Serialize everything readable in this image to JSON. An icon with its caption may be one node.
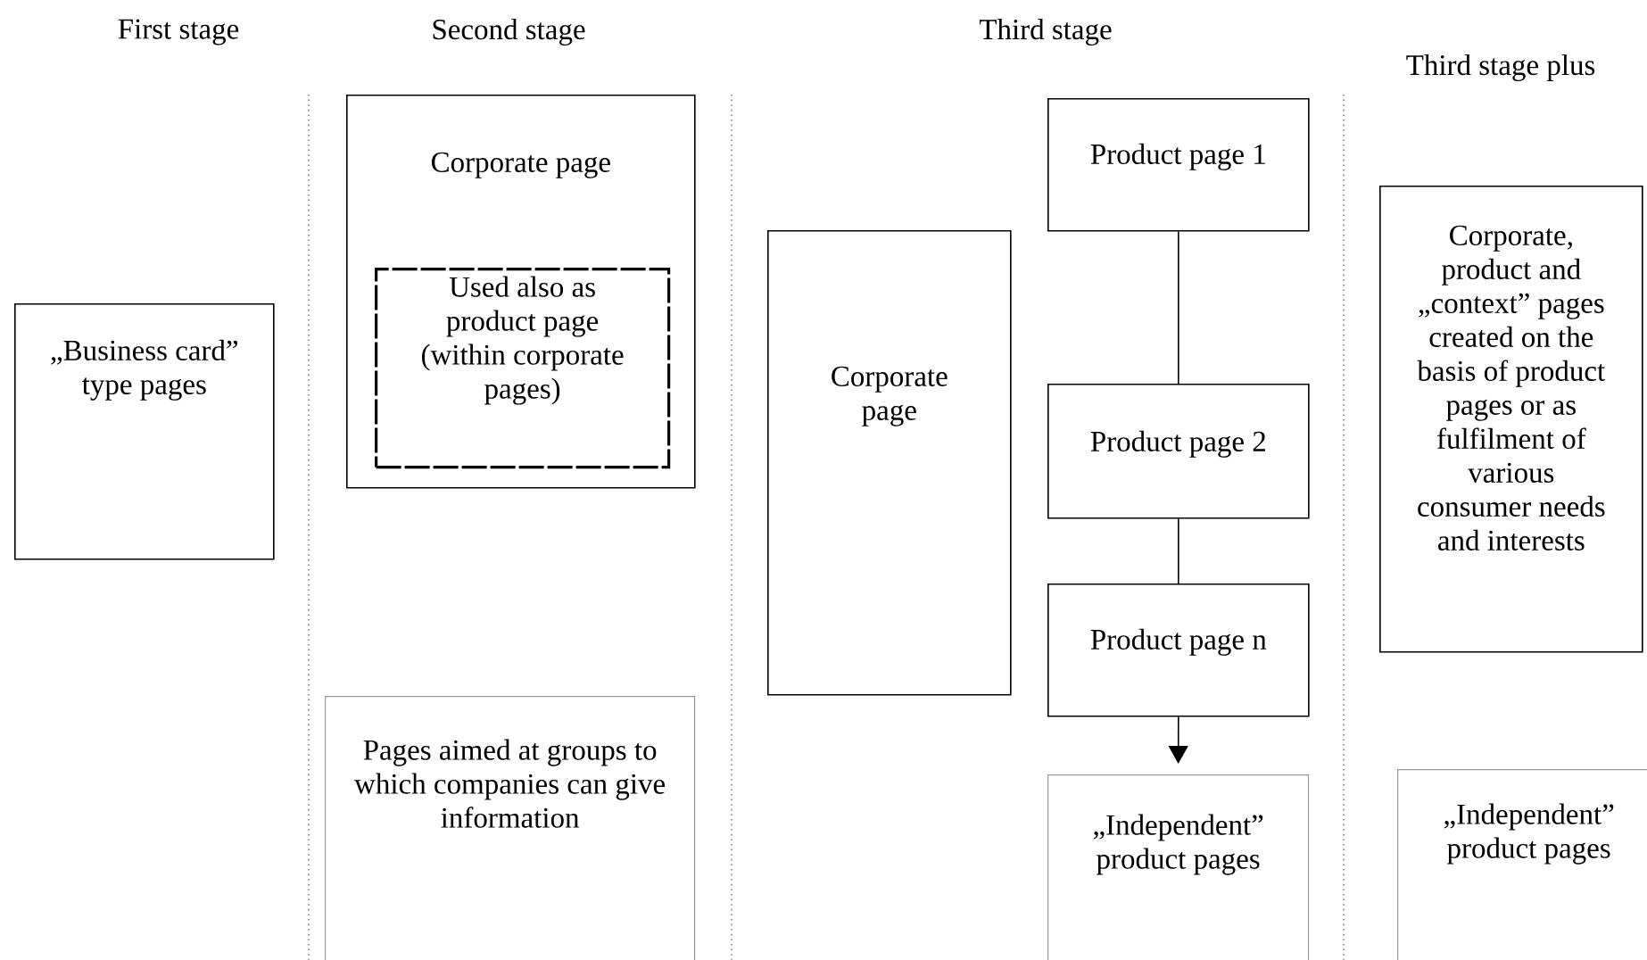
{
  "diagram": {
    "nodes": [
      {
        "text": [
          "„Business card” type pages"
        ]
      },
      {
        "text": [
          "Corporate page"
        ]
      },
      {
        "text": [
          "Used also as product page (within corporate pages)"
        ],
        "in": 1
      },
      {
        "text": [
          "Pages aimed at groups to which companies can give information"
        ]
      },
      {
        "text": [
          "Corporate page"
        ]
      },
      {
        "text": [
          "Product page 1"
        ]
      },
      {
        "text": [
          "Product page 2"
        ]
      },
      {
        "text": [
          "Product page n"
        ]
      },
      {
        "text": [
          "„Independent” product pages"
        ]
      },
      {
        "text": [
          "Corporate, product and „context” pages created on the basis of product pages or as fulfilment of various consumer needs and interests"
        ]
      },
      {
        "text": [
          "„Independent” product pages"
        ]
      }
    ],
    "edges": [
      {
        "from": 5,
        "to": 6,
        "arrow": "none"
      },
      {
        "from": 6,
        "to": 7,
        "arrow": "none"
      },
      {
        "from": 7,
        "to": 8,
        "arrow": "to"
      }
    ],
    "labels": [
      "First stage",
      "Second stage",
      "Third stage",
      "Third stage plus"
    ]
  }
}
